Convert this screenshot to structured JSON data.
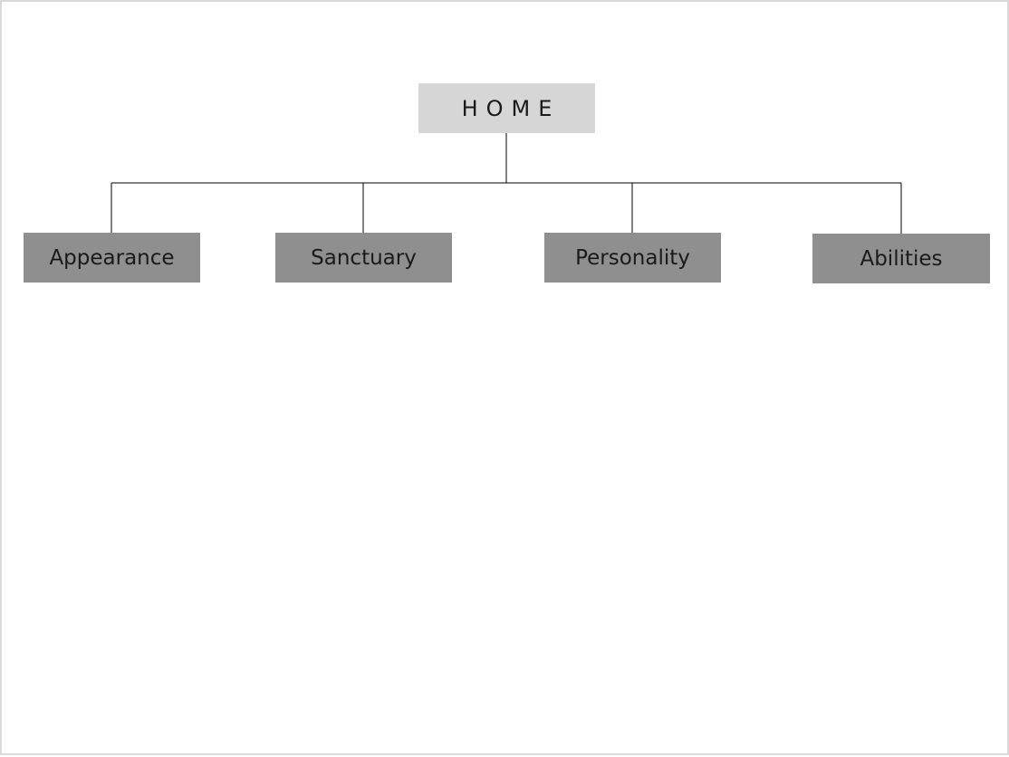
{
  "diagram": {
    "root": {
      "label": "HOME",
      "color": "#d6d6d6"
    },
    "children": [
      {
        "label": "Appearance",
        "color": "#8f8f8f"
      },
      {
        "label": "Sanctuary",
        "color": "#8f8f8f"
      },
      {
        "label": "Personality",
        "color": "#8f8f8f"
      },
      {
        "label": "Abilities",
        "color": "#8f8f8f"
      }
    ],
    "connector_color": "#000000"
  }
}
